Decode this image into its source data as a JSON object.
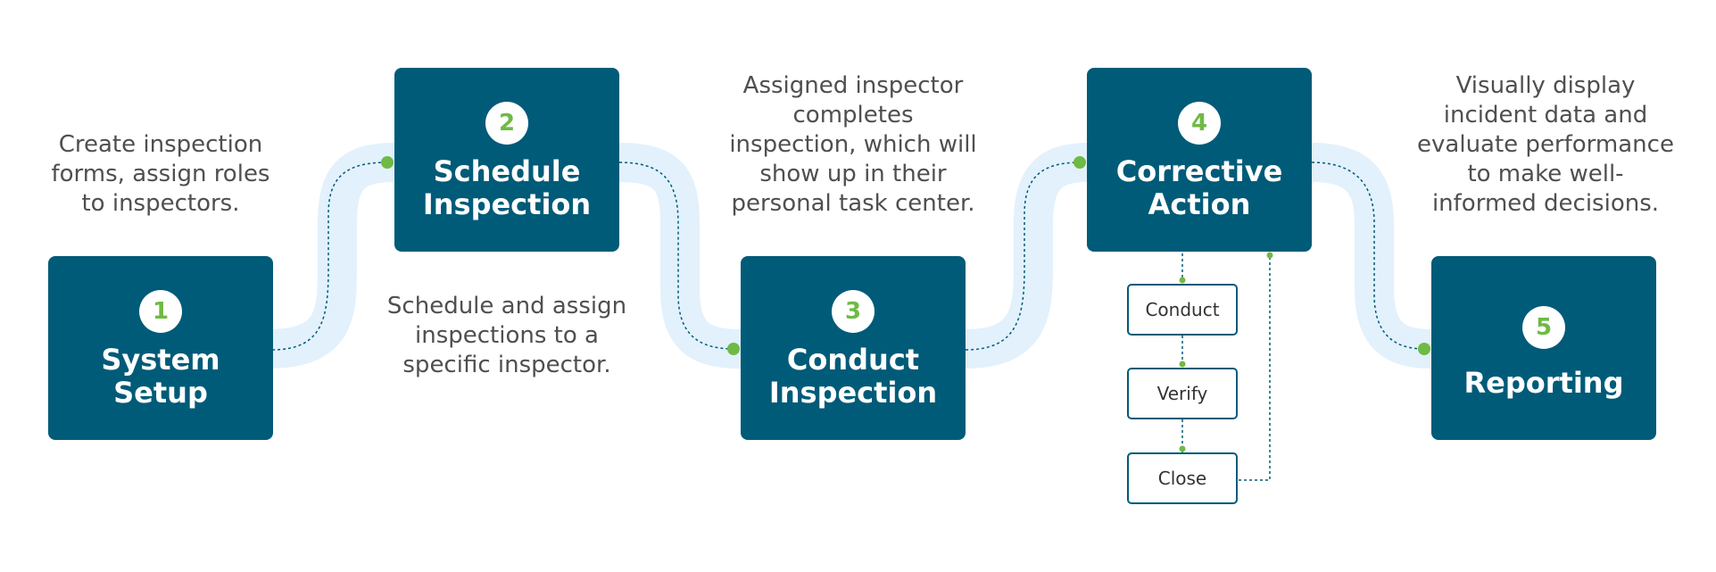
{
  "colors": {
    "step_fill": "#005b78",
    "accent": "#6fba44",
    "connector": "#e2f1fc",
    "text": "#4f4f4f"
  },
  "steps": [
    {
      "number": "1",
      "title_lines": [
        "System",
        "Setup"
      ]
    },
    {
      "number": "2",
      "title_lines": [
        "Schedule",
        "Inspection"
      ]
    },
    {
      "number": "3",
      "title_lines": [
        "Conduct",
        "Inspection"
      ]
    },
    {
      "number": "4",
      "title_lines": [
        "Corrective",
        "Action"
      ]
    },
    {
      "number": "5",
      "title_lines": [
        "Reporting"
      ]
    }
  ],
  "descriptions": [
    {
      "lines": [
        "Create inspection",
        "forms, assign roles",
        "to inspectors."
      ]
    },
    {
      "lines": [
        "Schedule and assign",
        "inspections to a",
        "specific inspector."
      ]
    },
    {
      "lines": [
        "Assigned inspector",
        "completes",
        "inspection, which will",
        "show up in their",
        "personal task center."
      ]
    },
    {
      "lines": [
        "Visually display",
        "incident data and",
        "evaluate performance",
        "to make well-",
        "informed decisions."
      ]
    }
  ],
  "corrective_substeps": [
    "Conduct",
    "Verify",
    "Close"
  ]
}
